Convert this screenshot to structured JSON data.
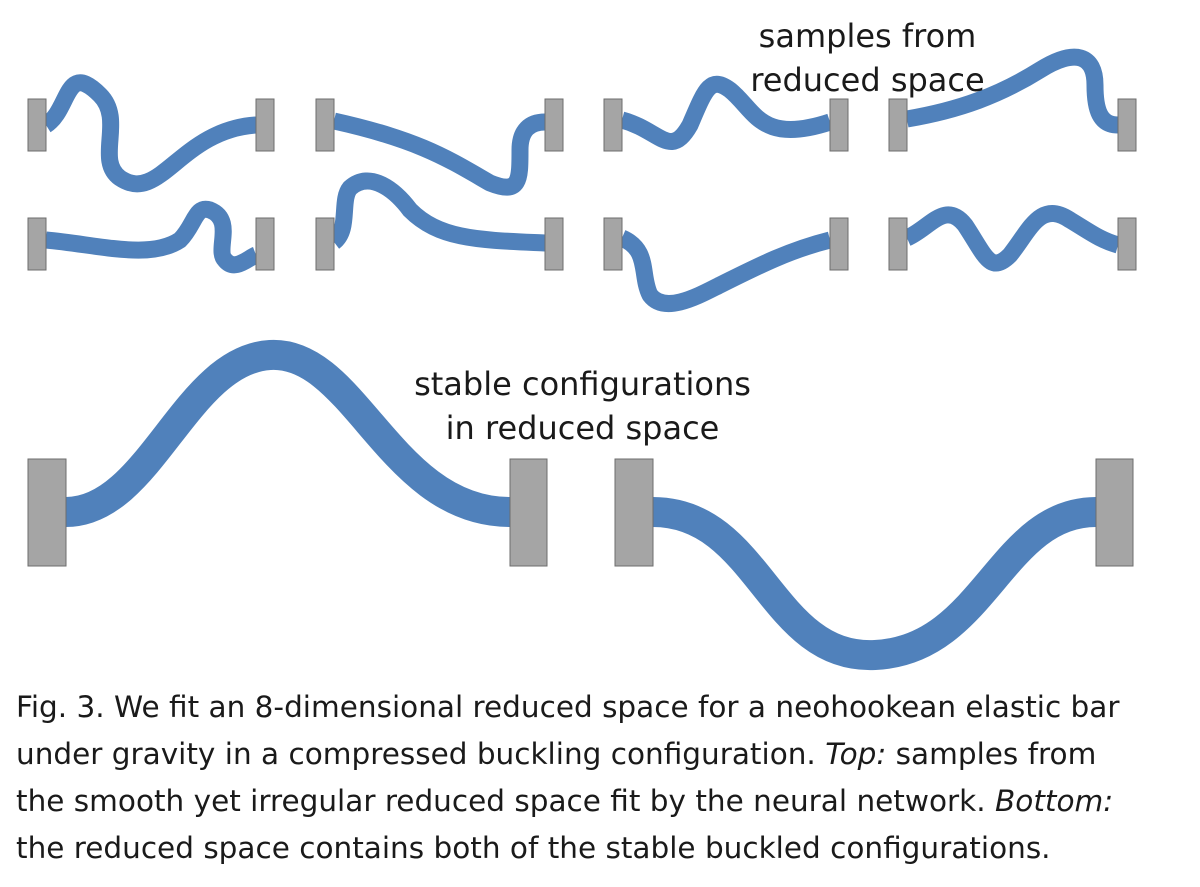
{
  "figure": {
    "labels": {
      "samples": [
        "samples from",
        "reduced space"
      ],
      "stable": [
        "stable configurations",
        "in reduced space"
      ]
    },
    "colors": {
      "bar": "#5081bb",
      "clamp": "#a5a5a5",
      "clamp_edge": "#6d6d6d"
    },
    "sample_count": 8,
    "stable_count": 2
  },
  "caption": {
    "line1": "Fig. 3.  We fit an 8-dimensional reduced space for a neohookean elastic bar",
    "line2": "under gravity in a compressed buckling configuration. ",
    "top_label": "Top:",
    "line2_end": " samples from",
    "line3": "the smooth yet irregular reduced space fit by the neural network. ",
    "bottom_label": "Bottom:",
    "line4": "the reduced space contains both of the stable buckled configurations."
  }
}
